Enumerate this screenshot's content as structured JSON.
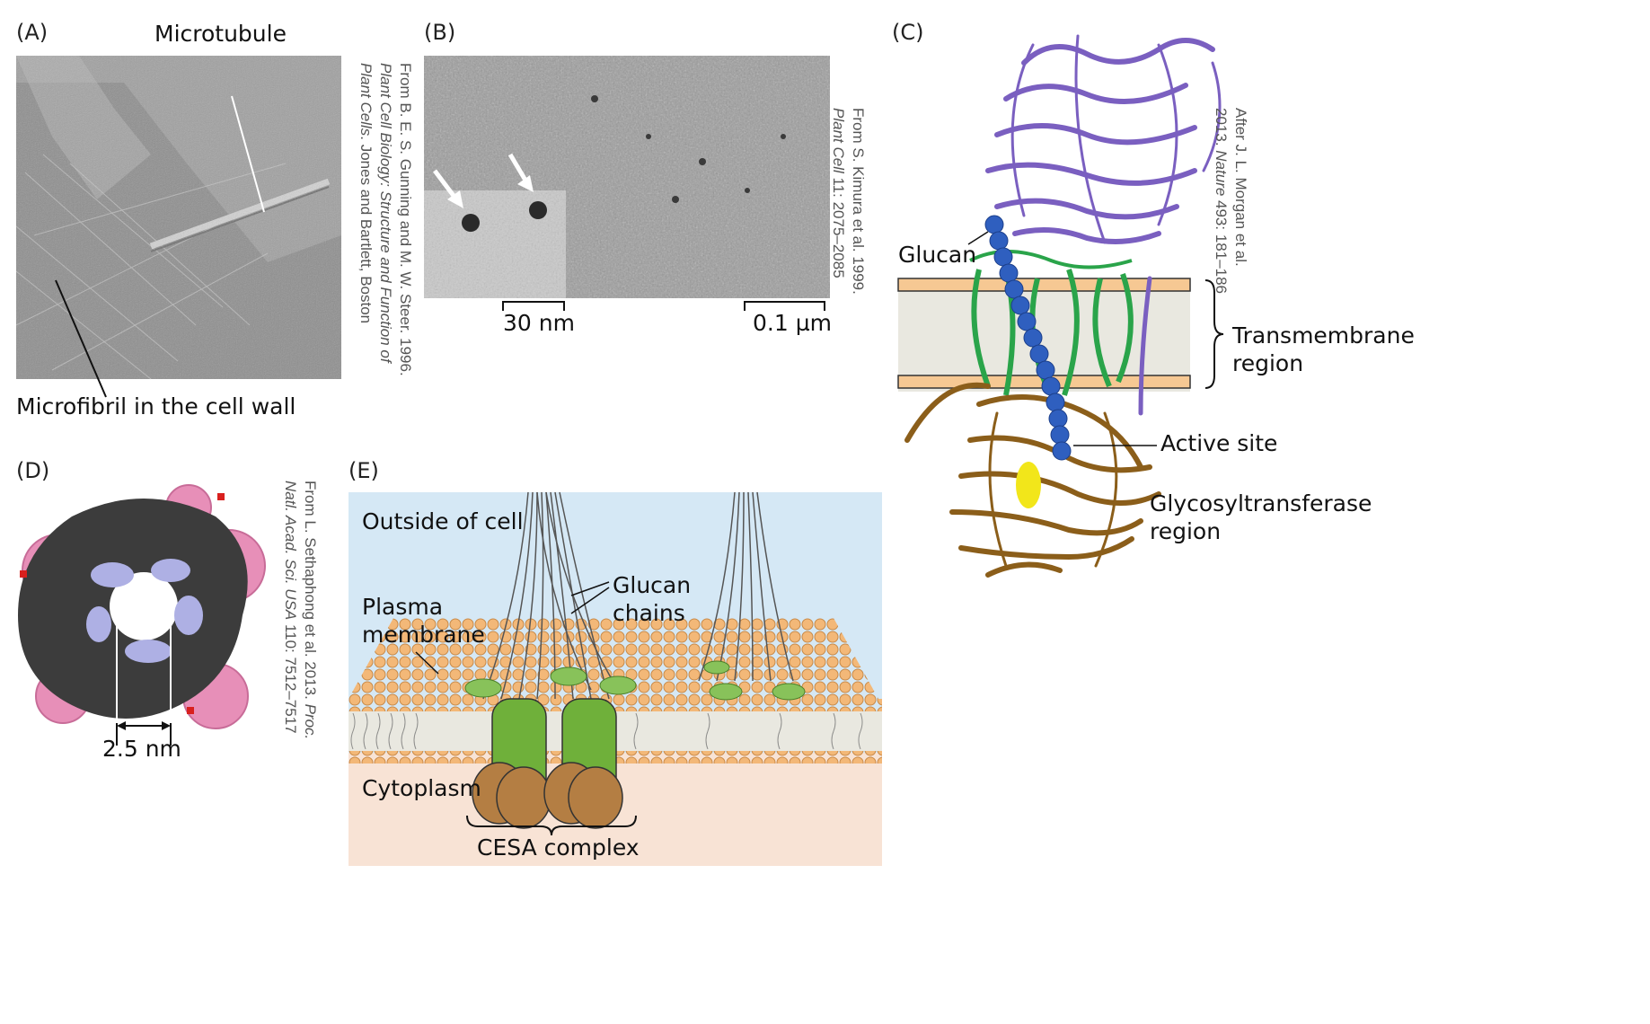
{
  "figure": {
    "panelA": {
      "letter": "(A)",
      "labels": {
        "microtubule": "Microtubule",
        "microfibril": "Microfibril in the cell wall"
      },
      "credit": {
        "pre": "From B. E. S. Gunning and M. W. Steer. 1996.",
        "italic": "Plant Cell Biology: Structure and Function of",
        "italic2": "Plant Cells",
        "post": ". Jones and Bartlett, Boston"
      }
    },
    "panelB": {
      "letter": "(B)",
      "scale_inset": "30 nm",
      "scale_main": "0.1 µm",
      "credit": {
        "pre": "From S. Kimura et al. 1999.",
        "italic": "Plant Cell",
        "post": " 11: 2075–2085"
      }
    },
    "panelC": {
      "letter": "(C)",
      "labels": {
        "glucan": "Glucan",
        "transmembrane_line1": "Transmembrane",
        "transmembrane_line2": "region",
        "active_site": "Active site",
        "glyco_line1": "Glycosyltransferase",
        "glyco_line2": "region"
      },
      "credit": {
        "pre": "After J. L. Morgan et al.",
        "pre2": "2013. ",
        "italic": "Nature",
        "post": " 493: 181–186"
      }
    },
    "panelD": {
      "letter": "(D)",
      "scale": "2.5 nm",
      "credit": {
        "pre": "From L. Sethaphong et al. 2013. ",
        "italic": "Proc.",
        "italic2": "Natl. Acad. Sci. USA",
        "post": " 110: 7512–7517"
      }
    },
    "panelE": {
      "letter": "(E)",
      "labels": {
        "outside": "Outside of cell",
        "glucan_line1": "Glucan",
        "glucan_line2": "chains",
        "plasma_line1": "Plasma",
        "plasma_line2": "membrane",
        "cytoplasm": "Cytoplasm",
        "cesa": "CESA complex"
      }
    }
  },
  "colors": {
    "micrograph": "#9a9a9a",
    "micrograph_dark": "#7b7b7b",
    "helix_purple": "#7a5fc0",
    "helix_green": "#2aa44a",
    "glucan_blue": "#2f5fbf",
    "domain_brown": "#8b5e1a",
    "active_yellow": "#f2e61a",
    "membrane_orange": "#f6c893",
    "membrane_gray": "#e9e8e0",
    "protein_dark": "#3c3c3c",
    "protein_pink": "#e78fb8",
    "protein_lilac": "#aeb0e4",
    "outside_blue": "#d5e8f5",
    "cytoplasm_peach": "#f8e3d5",
    "lipid_head": "#f3b878",
    "cesa_green": "#6fb03a",
    "cesa_brown": "#b47e43"
  }
}
